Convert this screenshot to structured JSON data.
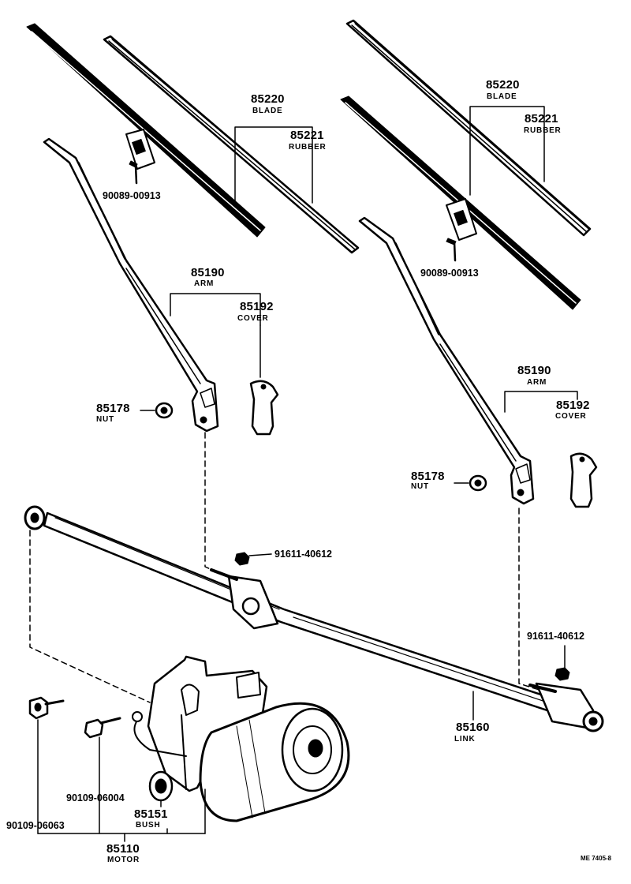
{
  "labels": {
    "blade_num_l": "85220",
    "blade_name_l": "BLADE",
    "rubber_num_l": "85221",
    "rubber_name_l": "RUBBER",
    "screw_l": "90089-00913",
    "arm_num_l": "85190",
    "arm_name_l": "ARM",
    "cover_num_l": "85192",
    "cover_name_l": "COVER",
    "nut_num_l": "85178",
    "nut_name_l": "NUT",
    "blade_num_r": "85220",
    "blade_name_r": "BLADE",
    "rubber_num_r": "85221",
    "rubber_name_r": "RUBBER",
    "screw_r": "90089-00913",
    "arm_num_r": "85190",
    "arm_name_r": "ARM",
    "cover_num_r": "85192",
    "cover_name_r": "COVER",
    "nut_num_r": "85178",
    "nut_name_r": "NUT",
    "bolt_pivot_l": "91611-40612",
    "bolt_pivot_r": "91611-40612",
    "link_num": "85160",
    "link_name": "LINK",
    "bolt_a": "90109-06004",
    "bolt_b": "90109-06063",
    "bush_num": "85151",
    "bush_name": "BUSH",
    "motor_num": "85110",
    "motor_name": "MOTOR",
    "ref_code": "ME 7405-8"
  }
}
